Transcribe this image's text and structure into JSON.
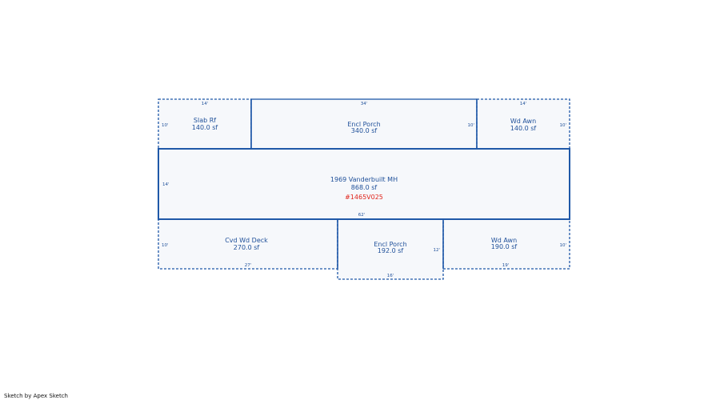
{
  "colors": {
    "line": "#1f58a8",
    "fill": "#f6f8fb",
    "label": "#1e4f99",
    "accent": "#e0241b"
  },
  "rooms": {
    "slab": {
      "name": "Slab Rf",
      "area": "140.0 sf",
      "dim_top": "14'",
      "dim_left": "10'"
    },
    "encl_top": {
      "name": "Encl Porch",
      "area": "340.0 sf",
      "dim_top": "34'",
      "dim_right": "10'"
    },
    "wd_awn_top": {
      "name": "Wd Awn",
      "area": "140.0 sf",
      "dim_top": "14'",
      "dim_right": "10'"
    },
    "main": {
      "name": "1969 Vanderbuilt MH",
      "area": "868.0 sf",
      "serial": "#1465V025",
      "dim_left": "14'",
      "dim_bottom": "62'"
    },
    "deck": {
      "name": "Cvd Wd Deck",
      "area": "270.0 sf",
      "dim_left": "10'",
      "dim_bottom": "27'"
    },
    "encl_bottom": {
      "name": "Encl Porch",
      "area": "192.0 sf",
      "dim_right": "12'",
      "dim_bottom": "16'"
    },
    "wd_awn_bottom": {
      "name": "Wd Awn",
      "area": "190.0 sf",
      "dim_right": "10'",
      "dim_bottom": "19'"
    }
  },
  "footer": "Sketch by Apex Sketch"
}
